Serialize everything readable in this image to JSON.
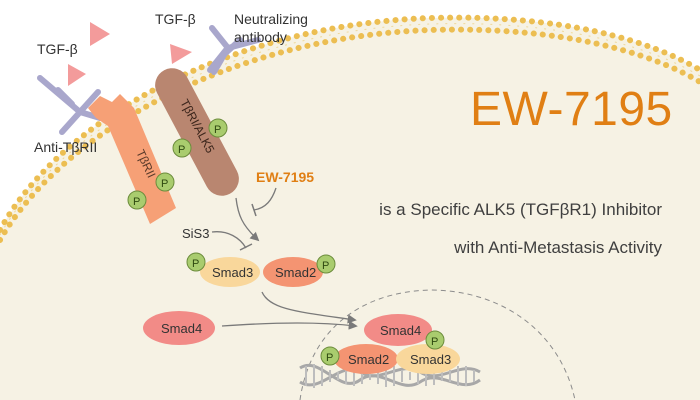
{
  "title": "EW-7195",
  "subtitle_line1": "is a Specific ALK5 (TGFβR1) Inhibitor",
  "subtitle_line2": "with Anti-Metastasis Activity",
  "labels": {
    "tgfb_left": "TGF-β",
    "tgfb_top": "TGF-β",
    "neutralizing_antibody_line1": "Neutralizing",
    "neutralizing_antibody_line2": "antibody",
    "anti_tbrii": "Anti-TβRII",
    "tbrii": "TβRII",
    "tbri_alk5": "TβRI/ALK5",
    "ew7195_inhibitor": "EW-7195",
    "sis3": "SiS3",
    "smad3": "Smad3",
    "smad2": "Smad2",
    "smad4": "Smad4",
    "nuclear_smad4": "Smad4",
    "nuclear_smad2": "Smad2",
    "nuclear_smad3": "Smad3",
    "phosphate": "P"
  },
  "colors": {
    "title_orange": "#e07f14",
    "cytoplasm": "#f6f2e4",
    "membrane_dots": "#ecbe52",
    "tgfb_triangle": "#f39b9b",
    "antibody": "#a9a7cc",
    "tbrii_receptor": "#f6a076",
    "alk5_receptor": "#b98670",
    "phosphate": "#a9cc6e",
    "smad3": "#f9d79b",
    "smad2": "#f49472",
    "smad4": "#f28b87"
  }
}
